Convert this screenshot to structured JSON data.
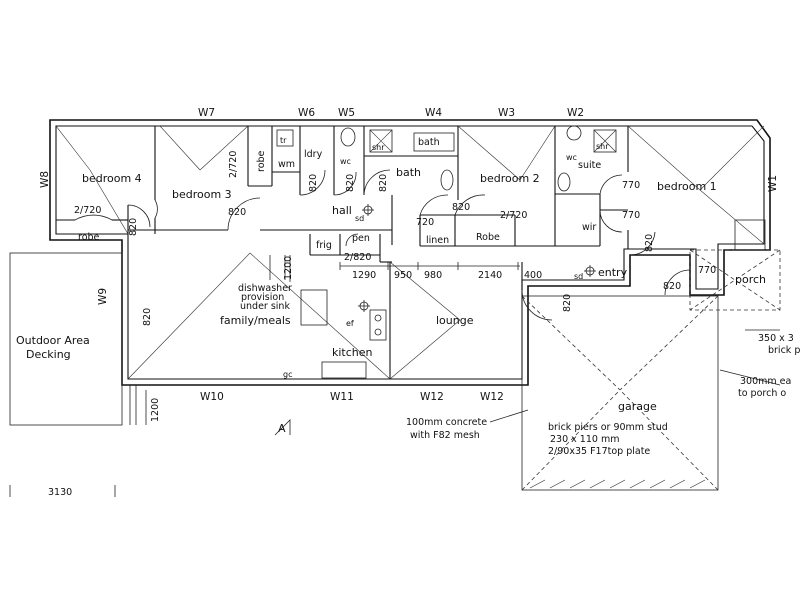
{
  "windows": {
    "w1": "W1",
    "w2": "W2",
    "w3": "W3",
    "w4": "W4",
    "w5": "W5",
    "w6": "W6",
    "w7": "W7",
    "w8": "W8",
    "w9": "W9",
    "w10": "W10",
    "w11": "W11",
    "w12a": "W12",
    "w12b": "W12"
  },
  "rooms": {
    "bedroom4": "bedroom 4",
    "bedroom3": "bedroom 3",
    "bedroom2": "bedroom 2",
    "bedroom1": "bedroom 1",
    "robe_b4": "robe",
    "robe_b3": "robe",
    "robe_b2": "Robe",
    "wm": "wm",
    "tr": "tr",
    "ldry": "ldry",
    "wc": "wc",
    "wc_suite": "wc",
    "shr": "shr",
    "shr_suite": "shr",
    "bath_small": "bath",
    "bath": "bath",
    "hall": "hall",
    "linen": "linen",
    "suite": "suite",
    "wir": "wir",
    "entry": "entry",
    "porch": "porch",
    "frig": "frig",
    "pen": "pen",
    "family_meals": "family/meals",
    "lounge": "lounge",
    "kitchen": "kitchen",
    "garage": "garage",
    "outdoor_line1": "Outdoor Area",
    "outdoor_line2": "Decking",
    "dishwasher_line1": "dishwasher",
    "dishwasher_line2": "provision",
    "dishwasher_line3": "under sink",
    "ef": "ef",
    "gc": "gc",
    "sd_hall": "sd",
    "sd_entry": "sd"
  },
  "dimensions": {
    "d2720_b3": "2/720",
    "d2720_b4": "2/720",
    "d2720_b2": "2/720",
    "d2820": "2/820",
    "d820_b4": "820",
    "d820_b3": "820",
    "d820_l": "820",
    "d820_wc": "820",
    "d820_bath": "820",
    "d820_robe": "820",
    "d820_bed1": "820",
    "d820_garage": "820",
    "d820_porch": "820",
    "d820_family": "820",
    "d720_linen": "720",
    "d770_a": "770",
    "d770_b": "770",
    "d770_c": "770",
    "d1200_k": "1200",
    "d1200_deck": "1200",
    "d1290": "1290",
    "d950": "950",
    "d980": "980",
    "d2140": "2140",
    "d400": "400",
    "d3130": "3130"
  },
  "notes": {
    "concrete_line1": "100mm concrete",
    "concrete_line2": "with F82 mesh",
    "piers_line1": "brick piers or 90mm stud",
    "piers_line2": "230 x 110 mm",
    "piers_line3": "2/90x35 F17top plate",
    "brick_line1": "350 x 3",
    "brick_line2": "brick p",
    "eave_line1": "300mm ea",
    "eave_line2": "to porch o",
    "section_marker": "A"
  }
}
